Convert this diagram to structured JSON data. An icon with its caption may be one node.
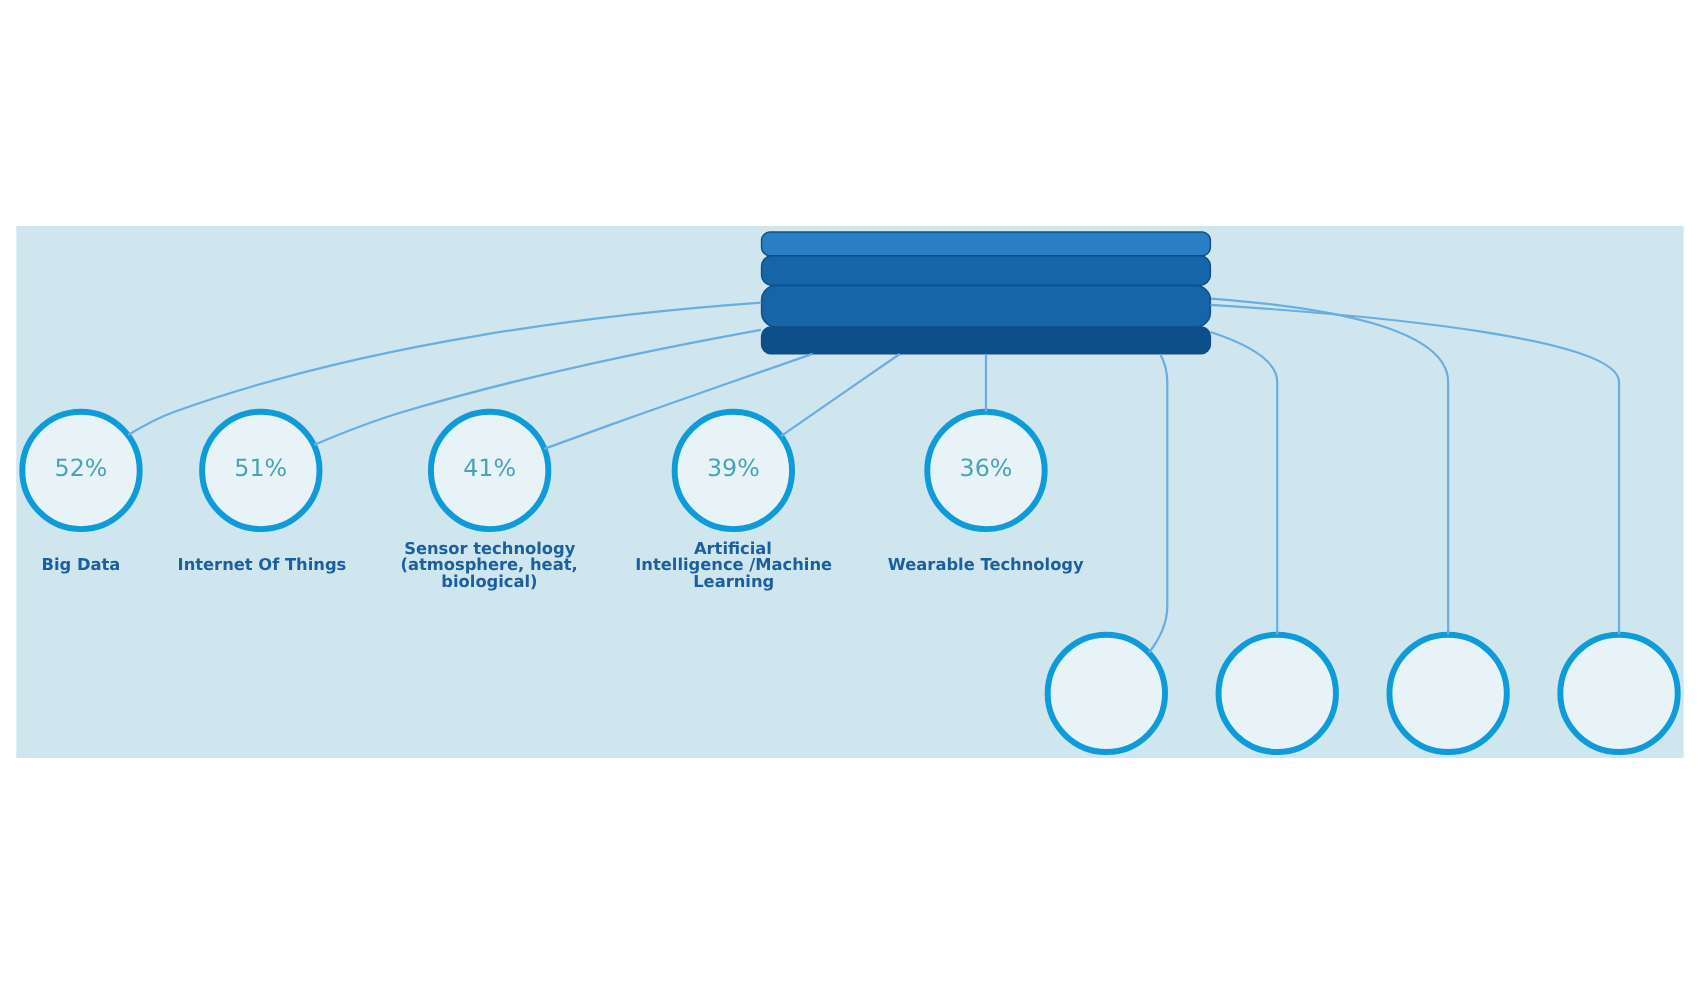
{
  "diagram": {
    "nodes": [
      {
        "text": [],
        "shape": "picture"
      },
      {
        "text": [
          "52%"
        ],
        "beside": [
          "Big Data"
        ]
      },
      {
        "text": [
          "51%"
        ],
        "beside": [
          "Internet Of Things"
        ]
      },
      {
        "text": [
          "41%"
        ],
        "beside": [
          "Sensor technology (atmosphere, heat, biological)"
        ]
      },
      {
        "text": [
          "39%"
        ],
        "beside": [
          "Artificial Intelligence /Machine Learning"
        ]
      },
      {
        "text": [
          "36%"
        ],
        "beside": [
          "Wearable Technology"
        ]
      },
      {
        "text": [],
        "shape": "circle"
      },
      {
        "text": [],
        "shape": "circle"
      },
      {
        "text": [],
        "shape": "circle"
      },
      {
        "text": [],
        "shape": "circle"
      }
    ],
    "edges": [
      {
        "from": 0,
        "to": 1,
        "arrow": "none"
      },
      {
        "from": 0,
        "to": 2,
        "arrow": "none"
      },
      {
        "from": 0,
        "to": 3,
        "arrow": "none"
      },
      {
        "from": 0,
        "to": 4,
        "arrow": "none"
      },
      {
        "from": 0,
        "to": 5,
        "arrow": "none"
      },
      {
        "from": 0,
        "to": 6,
        "arrow": "none"
      },
      {
        "from": 0,
        "to": 7,
        "arrow": "none"
      },
      {
        "from": 0,
        "to": 8,
        "arrow": "none"
      },
      {
        "from": 0,
        "to": 9,
        "arrow": "none"
      }
    ]
  }
}
